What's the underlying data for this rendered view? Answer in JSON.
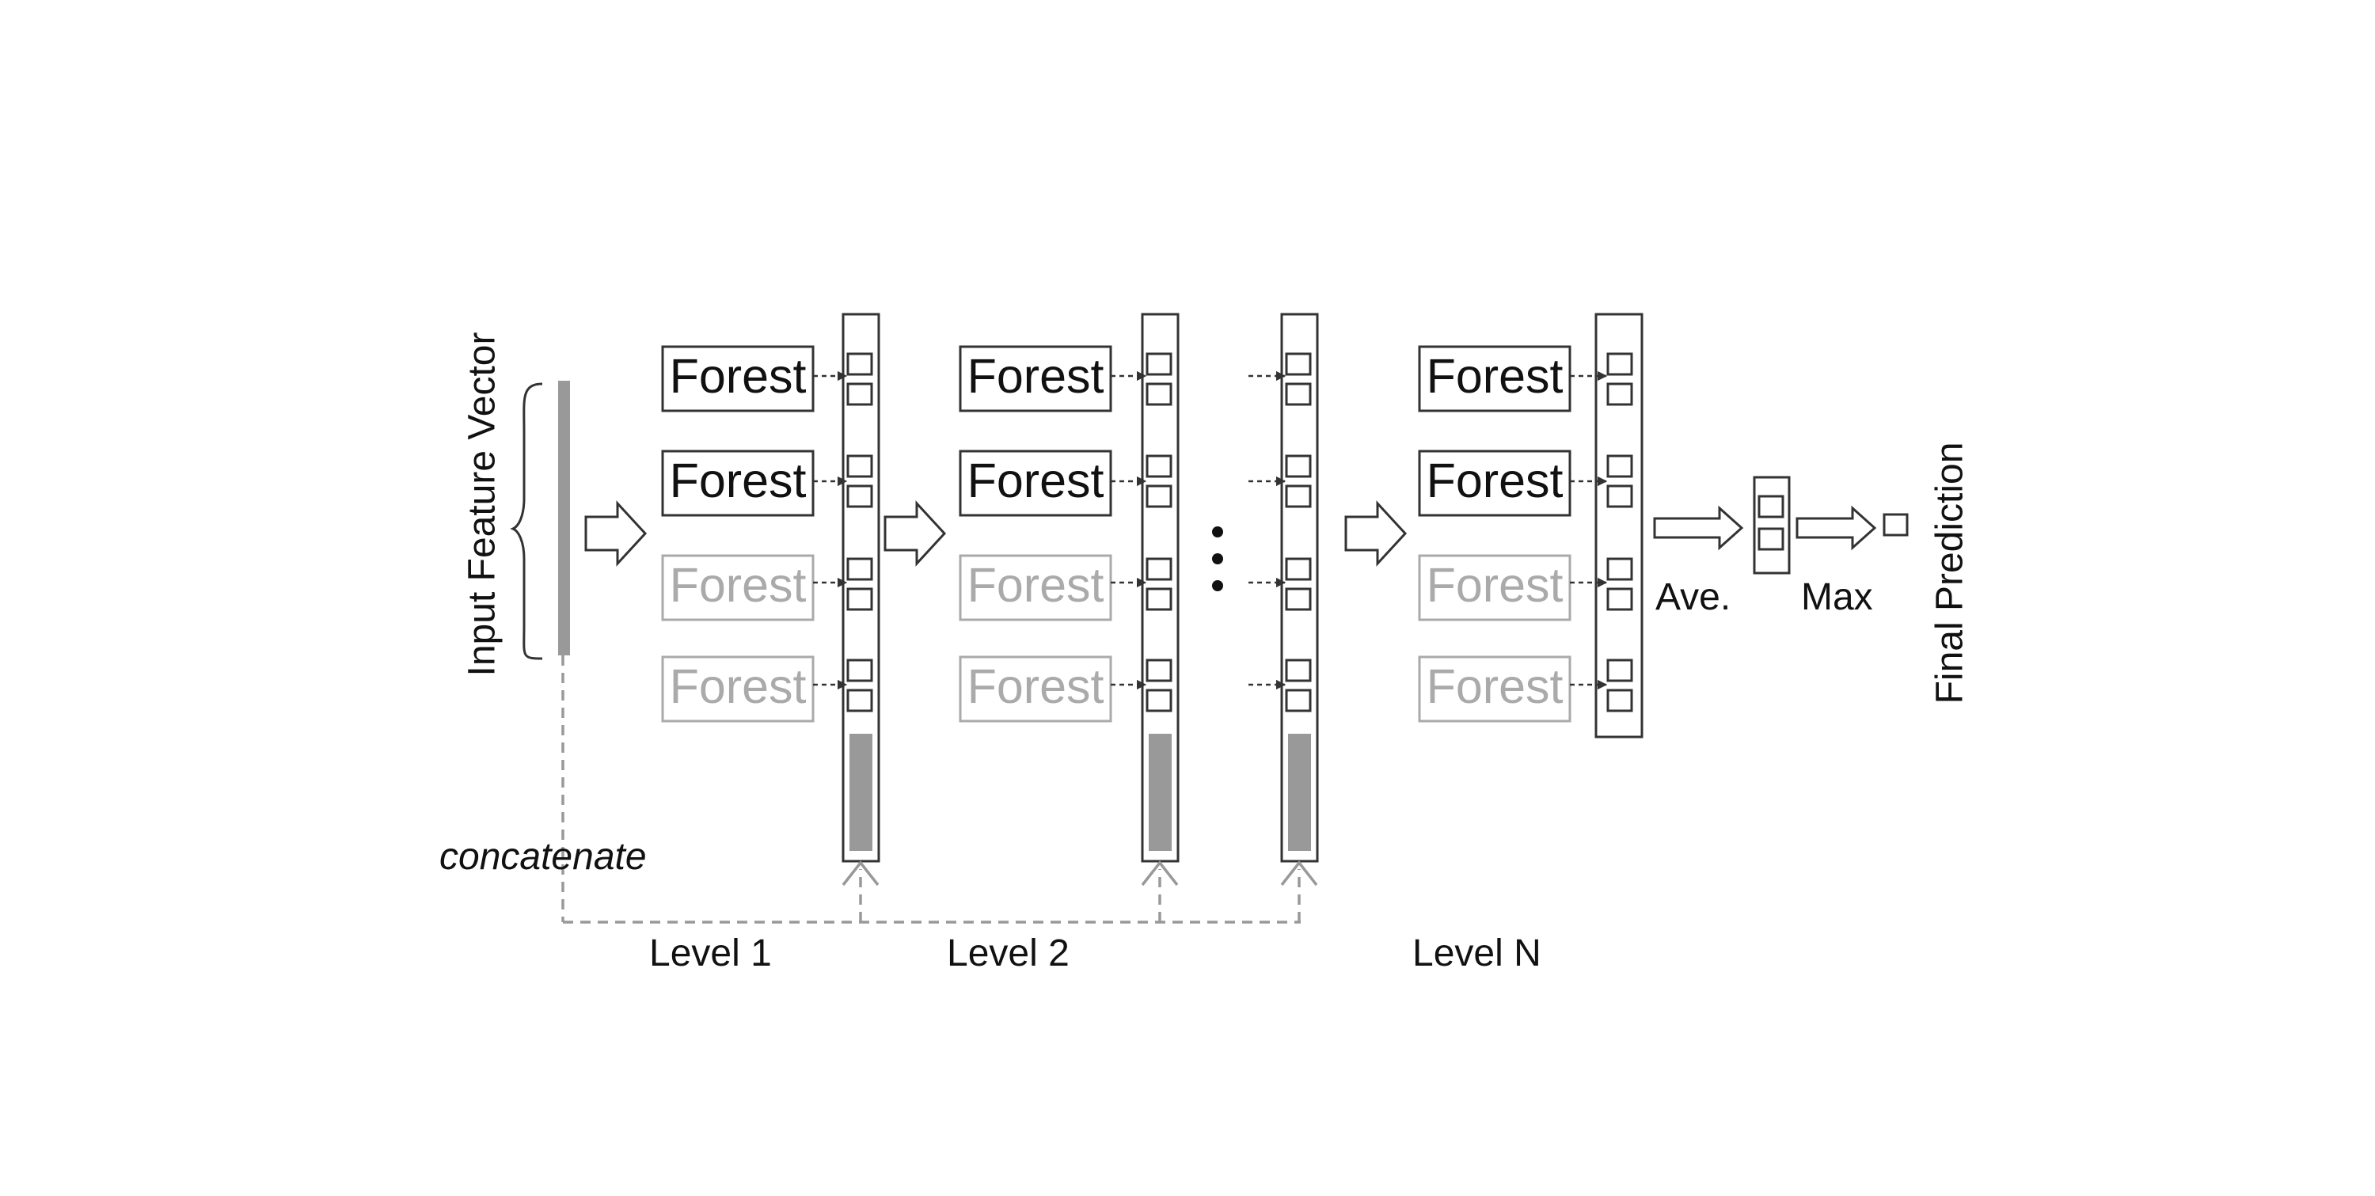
{
  "input_label": "Input Feature Vector",
  "concat_label": "concatenate",
  "forest_label": "Forest",
  "levels": [
    {
      "label": "Level 1"
    },
    {
      "label": "Level 2"
    },
    {
      "label": "Level N"
    }
  ],
  "ave_label": "Ave.",
  "max_label": "Max",
  "final_label": "Final Prediction",
  "colors": {
    "stroke": "#333333",
    "faded": "#aaaaaa",
    "feature_bar": "#999999",
    "dash": "#999999"
  }
}
